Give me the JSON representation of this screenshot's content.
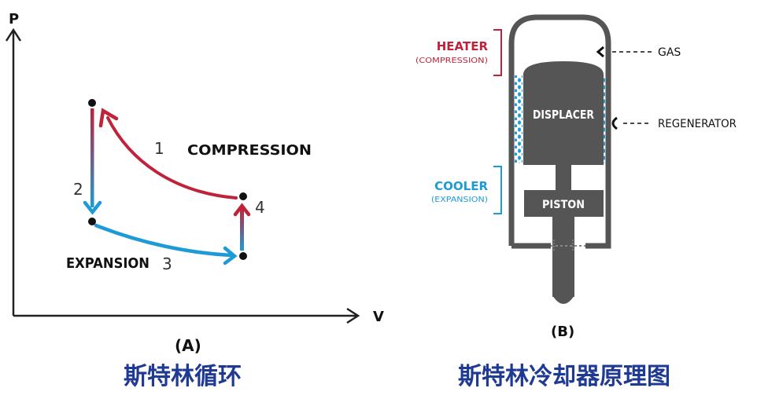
{
  "pv_diagram": {
    "axis_p": "P",
    "axis_v": "V",
    "label_compression": "COMPRESSION",
    "label_expansion": "EXPANSION",
    "step_1": "1",
    "step_2": "2",
    "step_3": "3",
    "step_4": "4",
    "caption": "(A)"
  },
  "cooler_diagram": {
    "heater": "HEATER",
    "heater_sub": "(COMPRESSION)",
    "cooler": "COOLER",
    "cooler_sub": "(EXPANSION)",
    "displacer": "DISPLACER",
    "piston": "PISTON",
    "gas": "GAS",
    "regenerator": "REGENERATOR",
    "caption": "(B)"
  },
  "titles": {
    "left": "斯特林循环",
    "right": "斯特林冷却器原理图"
  },
  "colors": {
    "red": "#c0223a",
    "blue": "#1e9ad6",
    "dark_gray": "#555555",
    "navy": "#1f3a93"
  }
}
